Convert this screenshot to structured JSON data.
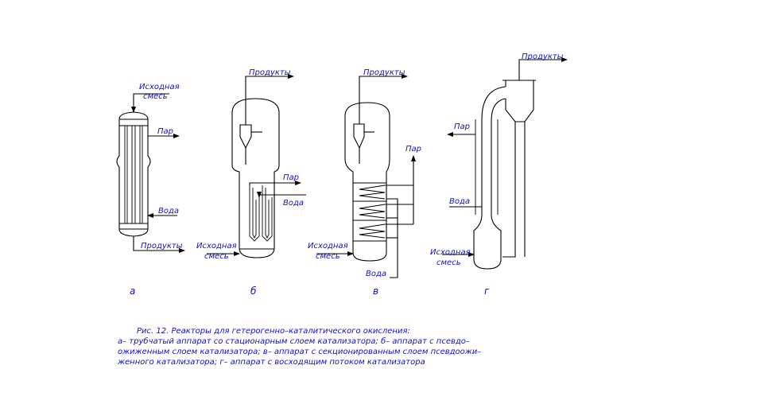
{
  "labels": {
    "a_feed": [
      "Исходная",
      "смесь"
    ],
    "a_steam": "Пар",
    "a_water": "Вода",
    "a_products": "Продукты",
    "b_products": "Продукты",
    "b_steam": "Пар",
    "b_water": "Вода",
    "b_feed": [
      "Исходная",
      "смесь"
    ],
    "v_products": "Продукты",
    "v_steam": "Пар",
    "v_feed": [
      "Исходная",
      "смесь"
    ],
    "v_water": "Вода",
    "g_products": "Продукты",
    "g_steam": "Пар",
    "g_water": "Вода",
    "g_feed": [
      "Исходная",
      "смесь"
    ]
  },
  "subfigures": [
    "а",
    "б",
    "в",
    "г"
  ],
  "caption": [
    "Рис.  12.   Реакторы для гетерогенно–каталитического окисления:",
    "а– трубчатый аппарат со стационарным слоем катализатора; б– аппарат с псевдо–",
    "ожиженным слоем катализатора; в– аппарат с секционированным слоем псевдоожи–",
    "женного катализатора; г– аппарат с восходящим потоком катализатора"
  ],
  "colors": {
    "text": "#1010c8",
    "lines": "#000000",
    "background": "#ffffff"
  }
}
